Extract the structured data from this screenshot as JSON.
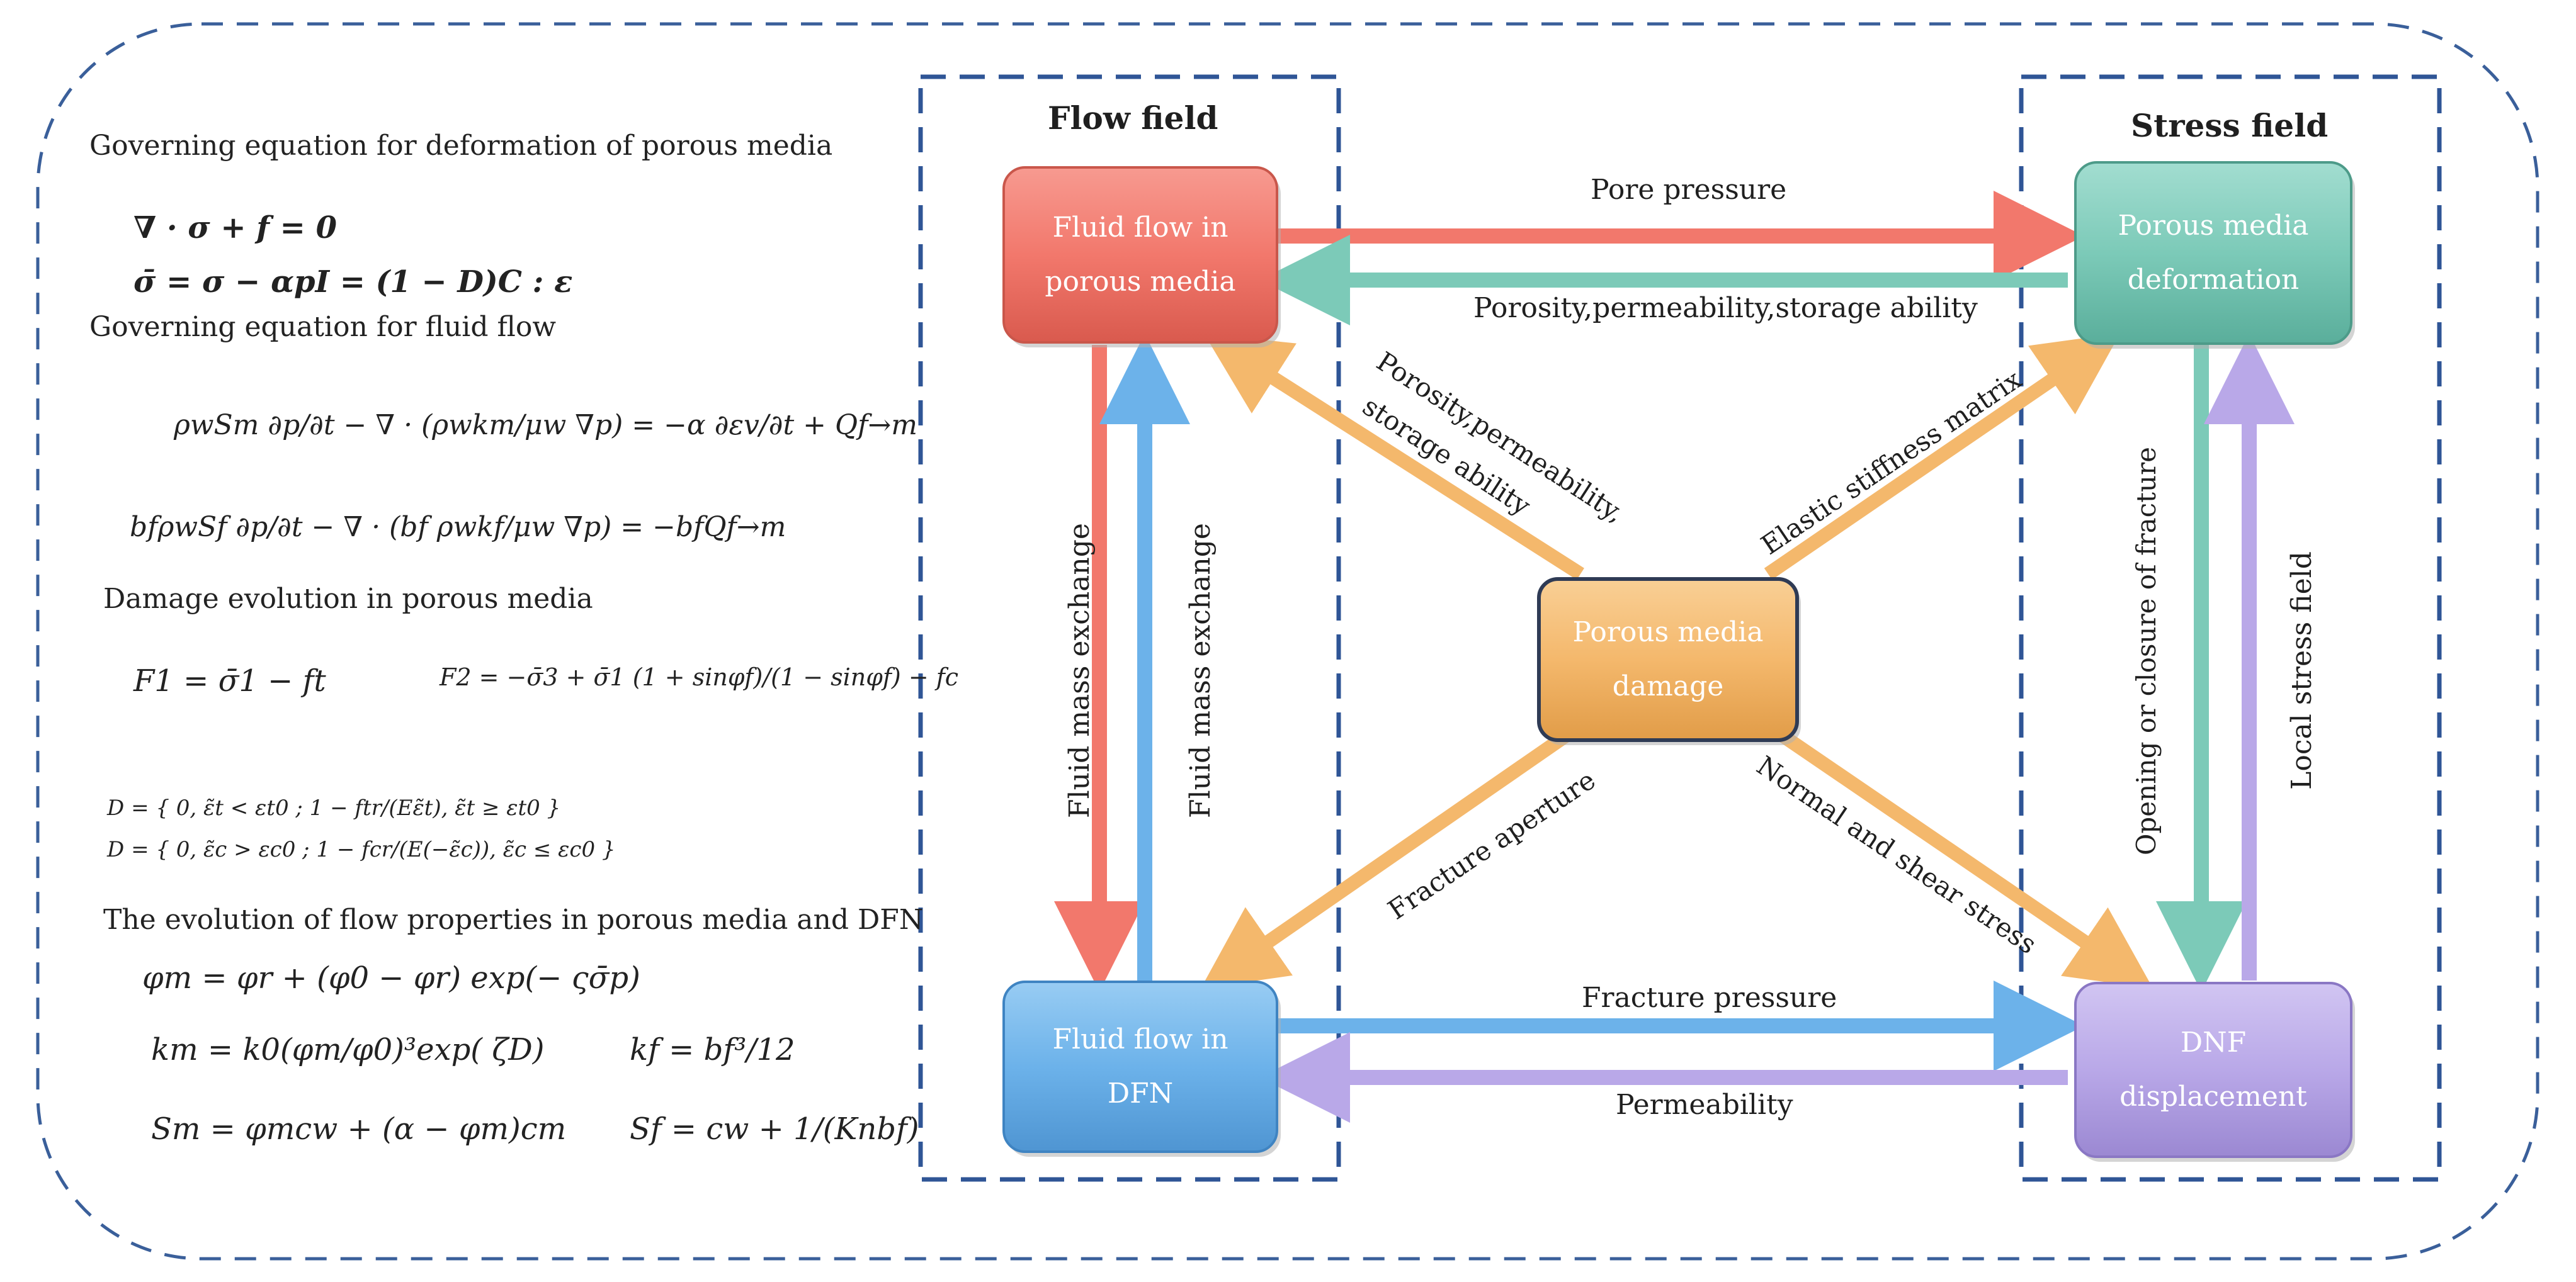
{
  "colors": {
    "outer_border": "#3a5f9a",
    "field_border": "#2f5596",
    "red": "#f2786c",
    "teal": "#7ccab8",
    "blue": "#6cb2ea",
    "purple": "#b9a8e8",
    "orange": "#f4b86c"
  },
  "equations_panel": {
    "deformation_heading": "Governing equation for deformation of porous media",
    "eq_equilibrium": "∇ · σ + f = 0",
    "eq_effective_stress": "σ̄ = σ − αpI = (1 − D)C : ε",
    "flow_heading": "Governing equation for fluid flow",
    "eq_matrix_flow": "ρwSm ∂p/∂t − ∇ · (ρwkm/μw ∇p) = −α ∂εv/∂t + Qf→m",
    "eq_fracture_flow": "bfρwSf ∂p/∂t − ∇ · (bf ρwkf/μw ∇p) = −bfQf→m",
    "damage_heading": "Damage evolution in porous media",
    "eq_f1": "F1 = σ̄1 − ft",
    "eq_f2": "F2 = −σ̄3 + σ̄1 (1 + sinφf)/(1 − sinφf) − fc",
    "eq_d_tension": "D = { 0, ε̃t < εt0 ; 1 − ftr/(Eε̃t), ε̃t ≥ εt0 }",
    "eq_d_compression": "D = { 0, ε̃c > εc0 ; 1 − fcr/(E(−ε̃c)), ε̃c ≤ εc0 }",
    "properties_heading": "The evolution of flow properties in porous media and DFN",
    "eq_phi": "φm = φr + (φ0 − φr) exp(− ςσ̄p)",
    "eq_km": "km = k0(φm/φ0)³exp( ζD)",
    "eq_kf": "kf = bf³/12",
    "eq_sm": "Sm = φmcw + (α − φm)cm",
    "eq_sf": "Sf = cw + 1/(Knbf)"
  },
  "diagram": {
    "flow_field_title": "Flow field",
    "stress_field_title": "Stress field",
    "boxes": {
      "fluid_porous": [
        "Fluid flow in",
        "porous media"
      ],
      "porous_deformation": [
        "Porous media",
        "deformation"
      ],
      "porous_damage": [
        "Porous media",
        "damage"
      ],
      "fluid_dfn": [
        "Fluid flow in",
        "DFN"
      ],
      "dnf_displacement": [
        "DNF",
        "displacement"
      ]
    },
    "labels": {
      "pore_pressure": "Pore pressure",
      "porosity_perm_storage": "Porosity,permeability,storage  ability",
      "fluid_mass_exchange": "Fluid mass exchange",
      "porosity_perm_diag_1": "Porosity,permeability,",
      "porosity_perm_diag_2": "storage ability",
      "elastic_stiffness": "Elastic stiffness matrix",
      "opening_closure": "Opening or closure of fracture",
      "local_stress": "Local stress field",
      "fracture_aperture": "Fracture aperture",
      "normal_shear": "Normal and shear stress",
      "fracture_pressure": "Fracture pressure",
      "permeability": "Permeability"
    }
  }
}
